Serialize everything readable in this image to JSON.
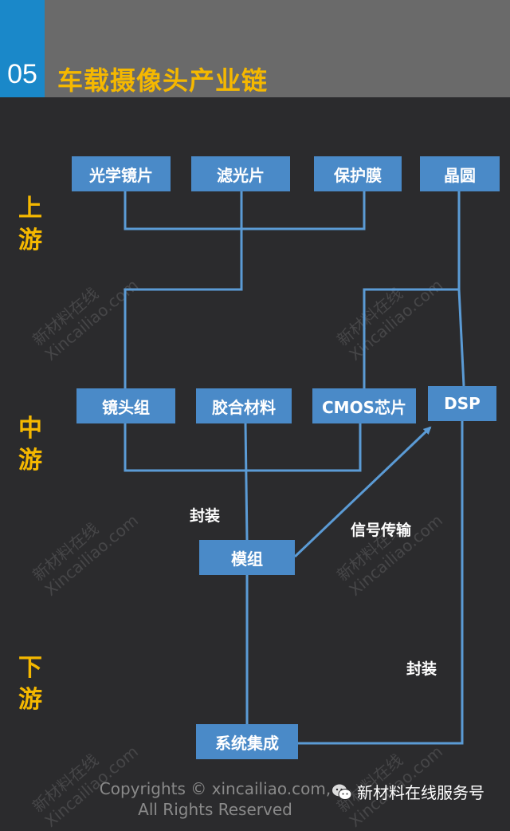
{
  "header": {
    "number": "05",
    "title": "车载摄像头产业链"
  },
  "stages": {
    "upstream": "上游",
    "midstream": "中游",
    "downstream": "下游"
  },
  "nodes": {
    "optical_lens": "光学镜片",
    "filter": "滤光片",
    "protective_film": "保护膜",
    "wafer": "晶圆",
    "lens_group": "镜头组",
    "adhesive": "胶合材料",
    "cmos": "CMOS芯片",
    "dsp": "DSP",
    "module": "模组",
    "system_integration": "系统集成"
  },
  "edge_labels": {
    "packaging_1": "封装",
    "signal_transmission": "信号传输",
    "packaging_2": "封装"
  },
  "watermark": {
    "cn": "新材料在线",
    "en": "Xincailiao.com"
  },
  "footer": {
    "copyright": "Copyrights © xincailiao.com, All Rights Reserved",
    "brand": "新材料在线服务号"
  },
  "colors": {
    "background": "#2b2b2d",
    "header_bar": "#6a6a6a",
    "number_block": "#1a88c9",
    "accent": "#f5b800",
    "node_fill": "#4a8ac8",
    "connector": "#5b9bd5"
  }
}
